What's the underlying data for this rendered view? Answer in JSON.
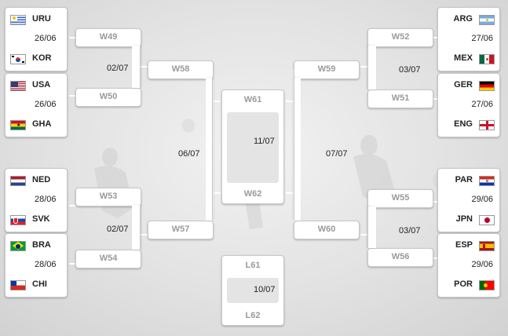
{
  "page_title": "",
  "colors": {
    "line": "#ffffff",
    "card": "#ffffff",
    "slot_label": "#9a9a9a",
    "text": "#222222"
  },
  "round_of_16": {
    "left": [
      {
        "top": {
          "code": "URU",
          "flag": "uruguay-flag"
        },
        "bottom": {
          "code": "KOR",
          "flag": "korea-flag"
        },
        "date": "26/06"
      },
      {
        "top": {
          "code": "USA",
          "flag": "usa-flag"
        },
        "bottom": {
          "code": "GHA",
          "flag": "ghana-flag"
        },
        "date": "26/06"
      },
      {
        "top": {
          "code": "NED",
          "flag": "netherlands-flag"
        },
        "bottom": {
          "code": "SVK",
          "flag": "slovakia-flag"
        },
        "date": "28/06"
      },
      {
        "top": {
          "code": "BRA",
          "flag": "brazil-flag"
        },
        "bottom": {
          "code": "CHI",
          "flag": "chile-flag"
        },
        "date": "28/06"
      }
    ],
    "right": [
      {
        "top": {
          "code": "ARG",
          "flag": "argentina-flag"
        },
        "bottom": {
          "code": "MEX",
          "flag": "mexico-flag"
        },
        "date": "27/06"
      },
      {
        "top": {
          "code": "GER",
          "flag": "germany-flag"
        },
        "bottom": {
          "code": "ENG",
          "flag": "england-flag"
        },
        "date": "27/06"
      },
      {
        "top": {
          "code": "PAR",
          "flag": "paraguay-flag"
        },
        "bottom": {
          "code": "JPN",
          "flag": "japan-flag"
        },
        "date": "29/06"
      },
      {
        "top": {
          "code": "ESP",
          "flag": "spain-flag"
        },
        "bottom": {
          "code": "POR",
          "flag": "portugal-flag"
        },
        "date": "29/06"
      }
    ]
  },
  "quarter_finals": {
    "left": [
      {
        "top": "W49",
        "bottom": "W50",
        "date": "02/07"
      },
      {
        "top": "W53",
        "bottom": "W54",
        "date": "02/07"
      }
    ],
    "right": [
      {
        "top": "W52",
        "bottom": "W51",
        "date": "03/07"
      },
      {
        "top": "W55",
        "bottom": "W56",
        "date": "03/07"
      }
    ]
  },
  "semi_finals": {
    "left": {
      "top": "W58",
      "bottom": "W57",
      "date": "06/07"
    },
    "right": {
      "top": "W59",
      "bottom": "W60",
      "date": "07/07"
    }
  },
  "final": {
    "top": "W61",
    "bottom": "W62",
    "date": "11/07"
  },
  "third_place": {
    "top": "L61",
    "bottom": "L62",
    "date": "10/07"
  }
}
